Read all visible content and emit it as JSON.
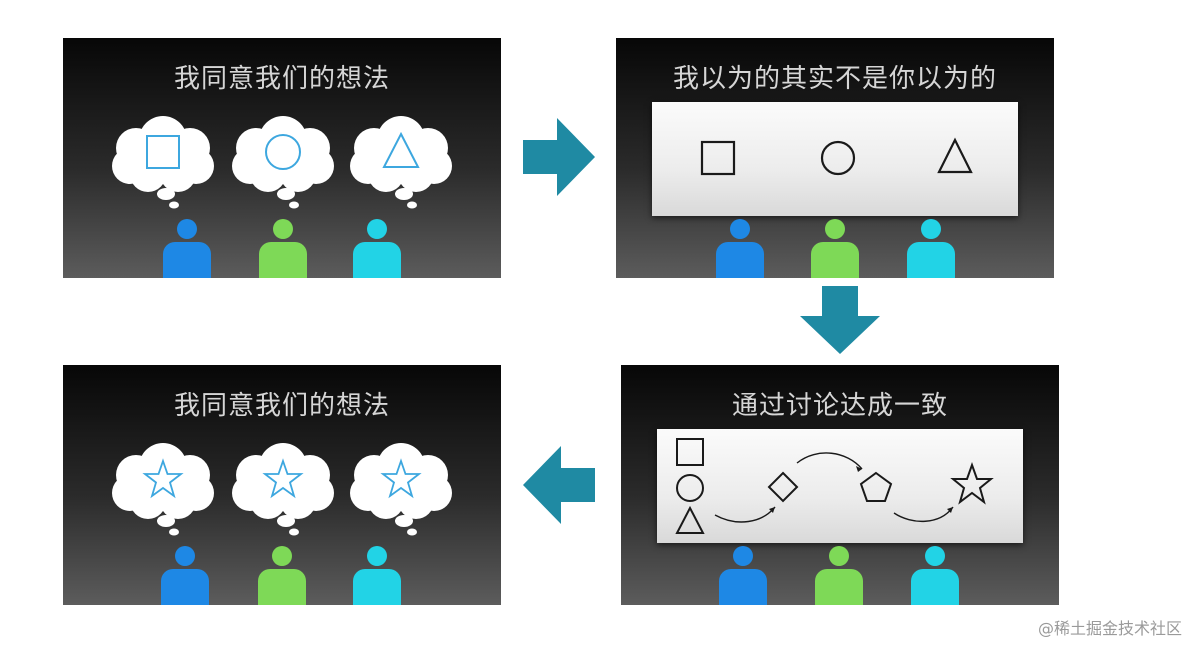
{
  "panels": {
    "top_left": {
      "title": "我同意我们的想法"
    },
    "top_right": {
      "title": "我以为的其实不是你以为的"
    },
    "bottom_right": {
      "title": "通过讨论达成一致"
    },
    "bottom_left": {
      "title": "我同意我们的想法"
    }
  },
  "people_colors": [
    "#1e88e5",
    "#7ed957",
    "#22d3e6"
  ],
  "thought_shapes_initial": [
    "square-icon",
    "circle-icon",
    "triangle-icon"
  ],
  "thought_shapes_final": [
    "star-icon",
    "star-icon",
    "star-icon"
  ],
  "accent_color": "#1f8aa3",
  "watermark": "@稀土掘金技术社区"
}
